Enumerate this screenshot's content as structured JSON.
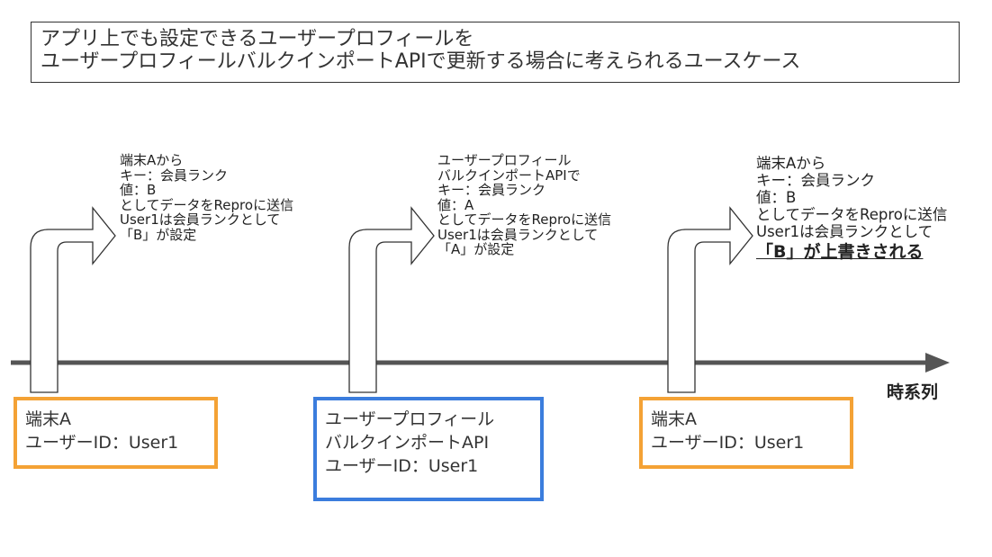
{
  "title": {
    "line1": "アプリ上でも設定できるユーザープロフィールを",
    "line2": "ユーザープロフィールバルクインポートAPIで更新する場合に考えられるユースケース"
  },
  "timeline": {
    "label": "時系列"
  },
  "events": [
    {
      "note": [
        "端末Aから",
        "キー：会員ランク",
        "値：B",
        "としてデータをReproに送信",
        "User1は会員ランクとして",
        "「B」が設定"
      ],
      "box": [
        "端末A",
        "ユーザーID：User1"
      ],
      "box_color": "#f4a235"
    },
    {
      "note": [
        "ユーザープロフィール",
        "バルクインポートAPIで",
        "キー：会員ランク",
        "値：A",
        "としてデータをReproに送信",
        "User1は会員ランクとして",
        "「A」が設定"
      ],
      "box": [
        "ユーザープロフィール",
        "バルクインポートAPI",
        "ユーザーID：User1"
      ],
      "box_color": "#3b7ddd"
    },
    {
      "note": [
        "端末Aから",
        "キー：会員ランク",
        "値：B",
        "としてデータをReproに送信",
        "User1は会員ランクとして"
      ],
      "note_emphasis": "「B」が上書きされる",
      "box": [
        "端末A",
        "ユーザーID：User1"
      ],
      "box_color": "#f4a235"
    }
  ]
}
